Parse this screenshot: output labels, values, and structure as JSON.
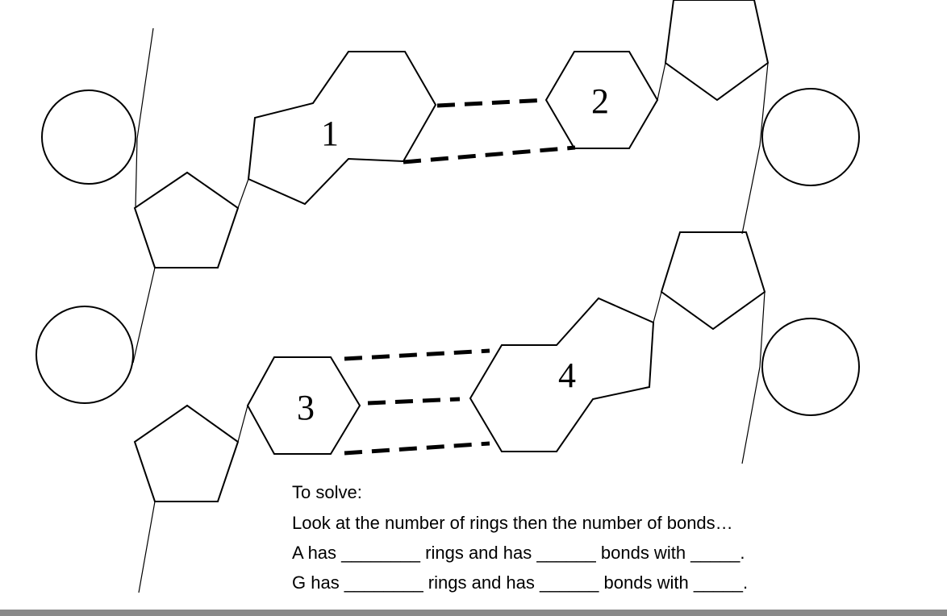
{
  "labels": {
    "base1": "1",
    "base2": "2",
    "base3": "3",
    "base4": "4"
  },
  "instructions": {
    "heading": "To solve:",
    "line1": "Look at the number of rings then the number of bonds…",
    "line2": "A has ________ rings and has ______ bonds with _____.",
    "line3": "G has ________ rings and has ______ bonds with _____."
  }
}
